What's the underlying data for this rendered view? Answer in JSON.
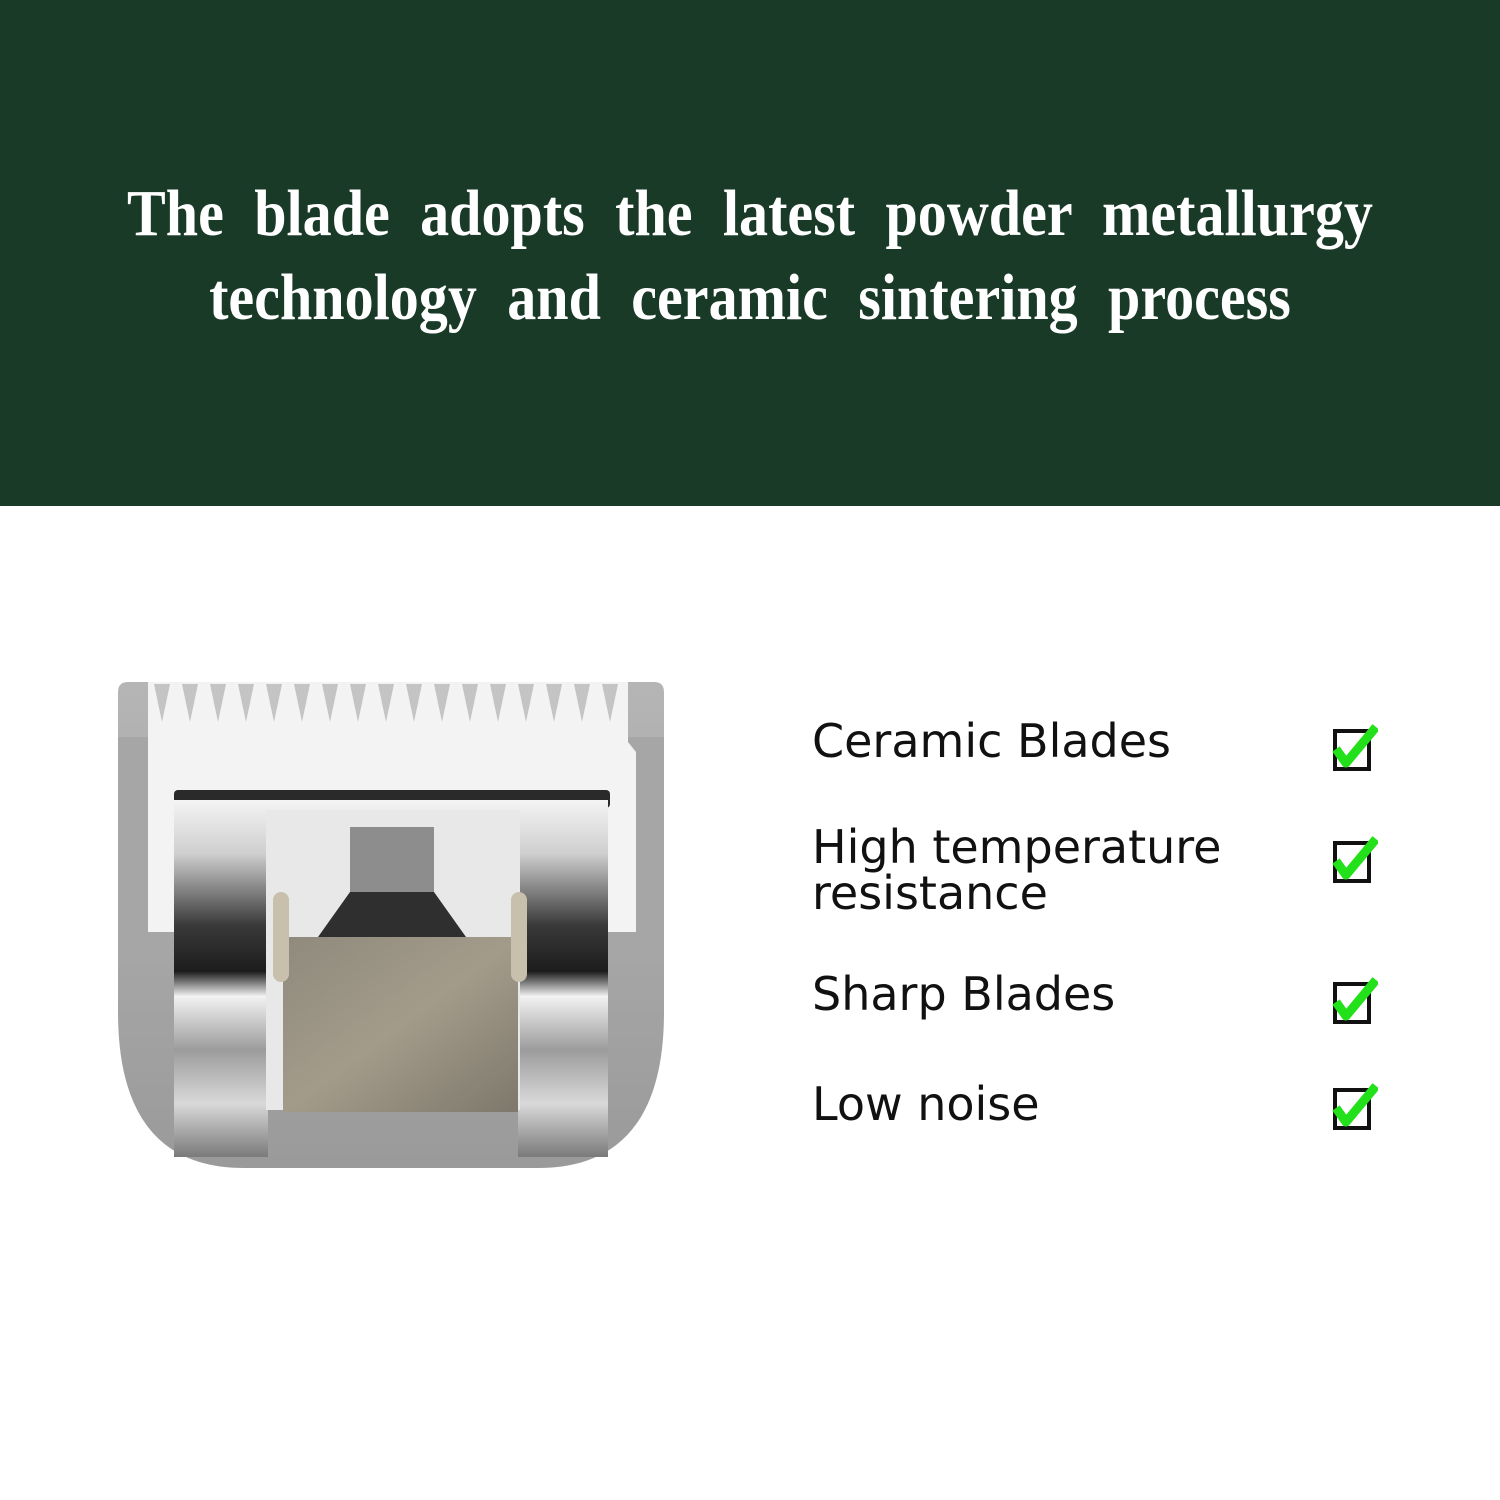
{
  "banner": {
    "headline_line1": "The blade adopts the latest powder metallurgy",
    "headline_line2": "technology and ceramic sintering process",
    "background_color": "#1a3a28"
  },
  "product_image": {
    "subject": "ceramic clipper blade",
    "icon": "clipper-blade-illustration"
  },
  "features": [
    {
      "label": "Ceramic Blades",
      "checked": true,
      "icon": "checkbox-checked-icon"
    },
    {
      "label": "High temperature resistance",
      "line1": "High temperature",
      "line2": "resistance",
      "checked": true,
      "icon": "checkbox-checked-icon"
    },
    {
      "label": "Sharp Blades",
      "checked": true,
      "icon": "checkbox-checked-icon"
    },
    {
      "label": "Low noise",
      "checked": true,
      "icon": "checkbox-checked-icon"
    }
  ],
  "colors": {
    "check_green": "#22e01a",
    "check_box": "#111111"
  }
}
